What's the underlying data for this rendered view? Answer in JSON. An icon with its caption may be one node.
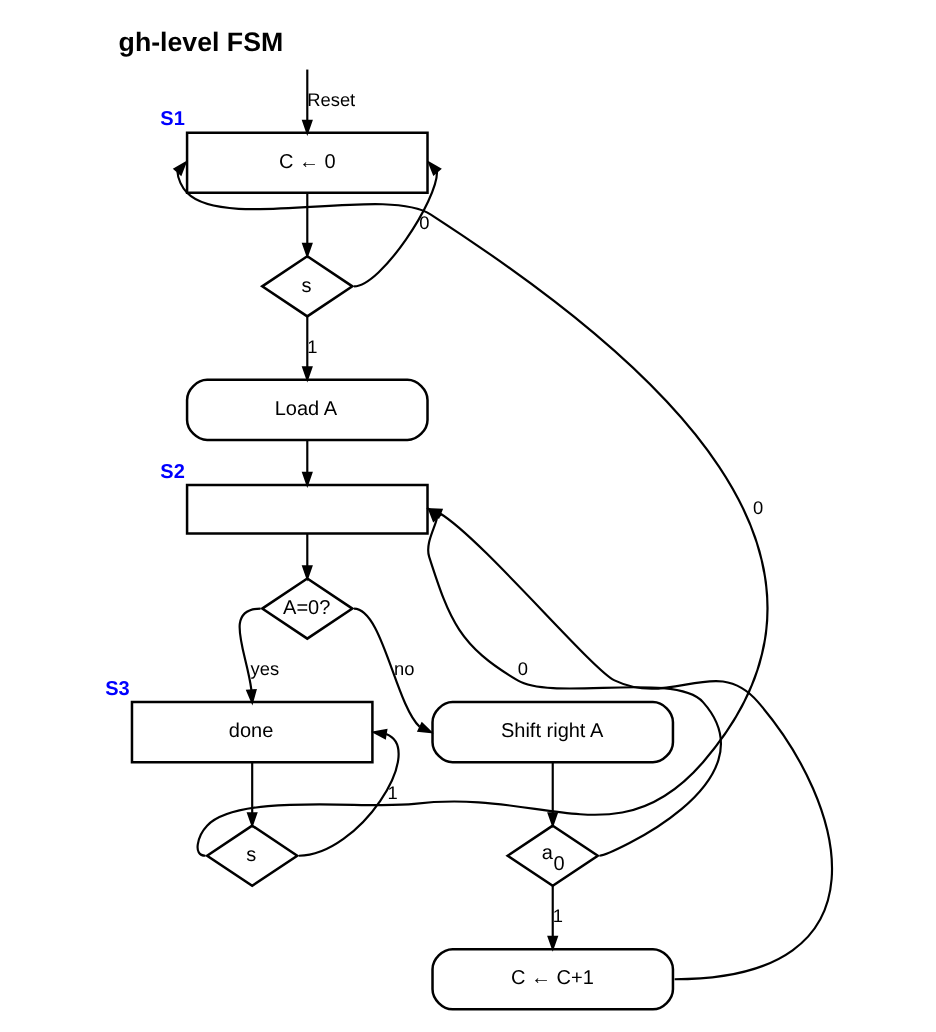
{
  "diagram": {
    "title": "gh-level FSM",
    "nodes": [
      {
        "text": [
          "C ← 0"
        ],
        "beside": [
          "S1"
        ]
      },
      {
        "text": [
          "s"
        ]
      },
      {
        "text": [
          "Load A"
        ]
      },
      {
        "text": [],
        "shape": "box",
        "beside": [
          "S2"
        ]
      },
      {
        "text": [
          "A=0?"
        ]
      },
      {
        "text": [
          "Shift right A"
        ]
      },
      {
        "text": [
          "done"
        ],
        "beside": [
          "S3"
        ]
      },
      {
        "text": [
          "s"
        ]
      },
      {
        "text": [
          "a$_{0}$"
        ]
      },
      {
        "text": [
          "C ← C+1"
        ]
      }
    ],
    "edges": [
      {
        "from": null,
        "to": 0,
        "arrow": "to",
        "label": "Reset"
      },
      {
        "from": 0,
        "to": 1,
        "arrow": "to"
      },
      {
        "from": 1,
        "to": 0,
        "arrow": "to",
        "label": "0"
      },
      {
        "from": 1,
        "to": 2,
        "arrow": "to",
        "label": "1"
      },
      {
        "from": 2,
        "to": 3,
        "arrow": "to"
      },
      {
        "from": 3,
        "to": 4,
        "arrow": "to"
      },
      {
        "from": 4,
        "to": 6,
        "arrow": "to",
        "label": "yes"
      },
      {
        "from": 4,
        "to": 5,
        "arrow": "to",
        "label": "no"
      },
      {
        "from": 5,
        "to": 8,
        "arrow": "to"
      },
      {
        "from": 8,
        "to": 3,
        "arrow": "to",
        "label": "0"
      },
      {
        "from": 8,
        "to": 9,
        "arrow": "to",
        "label": "1"
      },
      {
        "from": 9,
        "to": 3,
        "arrow": "to"
      },
      {
        "from": 6,
        "to": 7,
        "arrow": "to"
      },
      {
        "from": 7,
        "to": 6,
        "arrow": "to",
        "label": "1"
      },
      {
        "from": 7,
        "to": 0,
        "arrow": "to",
        "label": "0"
      }
    ]
  }
}
